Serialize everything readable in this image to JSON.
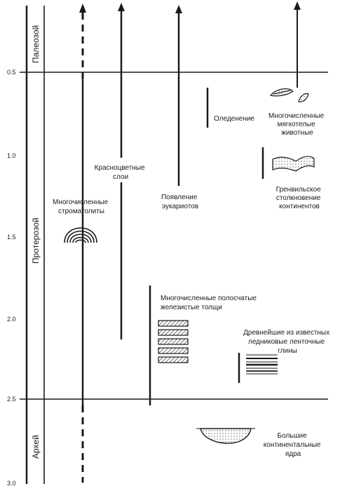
{
  "axis": {
    "ticks": [
      "0.5",
      "1.0",
      "1.5",
      "2.0",
      "2.5",
      "3.0"
    ]
  },
  "eras": {
    "paleozoic": "Палеозой",
    "proterozoic": "Протерозой",
    "archean": "Архей"
  },
  "events": {
    "stromatolites": [
      "Многочисленные",
      "строматолиты"
    ],
    "red_beds": [
      "Красноцветные",
      "слои"
    ],
    "eukaryotes": [
      "Появление",
      "эукариотов"
    ],
    "glaciation": "Оледенение",
    "soft_bodied": [
      "Многочисленные",
      "мягкотелые",
      "животные"
    ],
    "grenville": [
      "Гренвильское",
      "столкновение",
      "континентов"
    ],
    "banded_iron": [
      "Многочисленные полосчатые",
      "железистые толщи"
    ],
    "varved_clays": [
      "Древнейшие из известных",
      "ледниковые ленточные",
      "глины"
    ],
    "cratons": [
      "Большие",
      "континентальные",
      "ядра"
    ]
  }
}
